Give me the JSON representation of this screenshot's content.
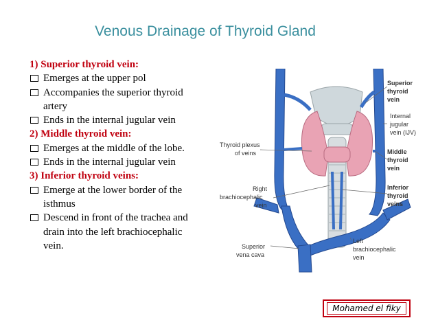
{
  "title": "Venous Drainage of Thyroid Gland",
  "sections": [
    {
      "heading": "1) Superior thyroid vein:",
      "items": [
        "Emerges at the upper pol",
        "Accompanies the superior thyroid artery",
        "Ends in the internal jugular vein"
      ]
    },
    {
      "heading": "2) Middle thyroid vein:",
      "items": [
        "Emerges at the middle of the lobe.",
        "Ends in the internal jugular vein"
      ]
    },
    {
      "heading": "3) Inferior thyroid veins:",
      "items": [
        "Emerge at the lower border of the isthmus",
        "Descend in front of the trachea and drain into the left brachiocephalic vein."
      ]
    }
  ],
  "diagram": {
    "labels": {
      "thyroid_plexus_1": "Thyroid plexus",
      "thyroid_plexus_2": "of veins",
      "right_brachio_1": "Right",
      "right_brachio_2": "brachiocephalic",
      "right_brachio_3": "vein",
      "superior_vena_cava_1": "Superior",
      "superior_vena_cava_2": "vena cava",
      "superior_thyroid_1": "Superior",
      "superior_thyroid_2": "thyroid",
      "superior_thyroid_3": "vein",
      "internal_jugular_1": "Internal",
      "internal_jugular_2": "jugular",
      "internal_jugular_3": "vein (IJV)",
      "middle_thyroid_1": "Middle",
      "middle_thyroid_2": "thyroid",
      "middle_thyroid_3": "vein",
      "inferior_thyroid_1": "Inferior",
      "inferior_thyroid_2": "thyroid",
      "inferior_thyroid_3": "veins",
      "left_brachio_1": "Left",
      "left_brachio_2": "brachiocephalic",
      "left_brachio_3": "vein"
    },
    "colors": {
      "vein": "#3a6fc4",
      "vein_dark": "#24498f",
      "thyroid": "#e9a3b4",
      "cartilage": "#cfd8dc"
    }
  },
  "author": "Mohamed el fiky"
}
